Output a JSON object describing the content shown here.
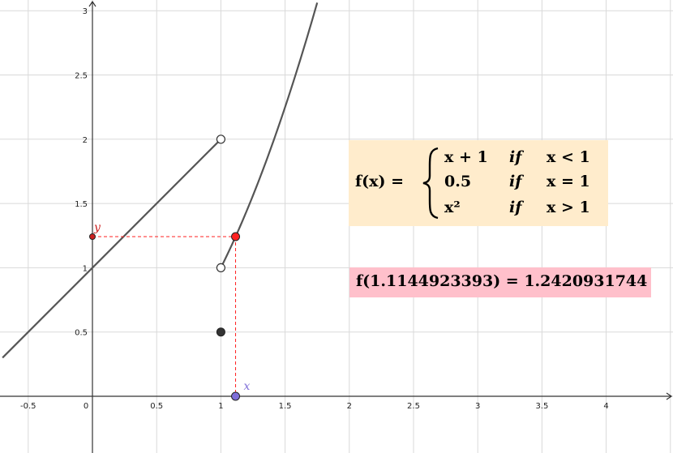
{
  "chart_data": {
    "type": "line",
    "title": "",
    "xlabel": "",
    "ylabel": "",
    "xlim": [
      -0.7,
      4.5
    ],
    "ylim": [
      -0.4,
      3.03
    ],
    "grid": true,
    "x_ticks": [
      "-0.5",
      "0",
      "0.5",
      "1",
      "1.5",
      "2",
      "2.5",
      "3",
      "3.5",
      "4"
    ],
    "x_tick_values": [
      -0.5,
      0,
      0.5,
      1,
      1.5,
      2,
      2.5,
      3,
      3.5,
      4
    ],
    "y_ticks": [
      "0.5",
      "1",
      "1.5",
      "2",
      "2.5",
      "3"
    ],
    "y_tick_values": [
      0.5,
      1,
      1.5,
      2,
      2.5,
      3
    ],
    "series": [
      {
        "piece": "x + 1",
        "domain": [
          -0.7,
          1
        ],
        "x": [
          -0.7,
          1
        ],
        "y": [
          0.3,
          2
        ]
      },
      {
        "piece": "x^2",
        "domain": [
          1,
          1.75
        ],
        "x": [
          1,
          1.25,
          1.5,
          1.75
        ],
        "y": [
          1,
          1.5625,
          2.25,
          3.0625
        ]
      }
    ],
    "points": [
      {
        "name": "open-end-linear",
        "x": 1,
        "y": 2,
        "style": "open"
      },
      {
        "name": "open-start-square",
        "x": 1,
        "y": 1,
        "style": "open"
      },
      {
        "name": "value-at-one",
        "x": 1,
        "y": 0.5,
        "style": "filled",
        "color": "#333333"
      },
      {
        "name": "current-point",
        "x": 1.1144923393,
        "y": 1.2420931744,
        "style": "filled",
        "color": "#ff2020"
      },
      {
        "name": "x-point",
        "x": 1.1144923393,
        "y": 0,
        "style": "filled",
        "color": "#7f6ed8",
        "label": "x"
      },
      {
        "name": "y-point",
        "x": 0,
        "y": 1.2420931744,
        "style": "filled",
        "color": "#cc2020",
        "label": "y"
      }
    ]
  },
  "colors": {
    "curve": "#555555",
    "grid": "#d9d9d9",
    "axis": "#333333",
    "guide": "#ff2020",
    "x_point": "#7f6ed8",
    "y_point": "#cc2020",
    "formula_bg": "#ffeccc",
    "value_bg": "#ffc0cb"
  },
  "formula": {
    "lhs": "f(x) =",
    "brace": "{",
    "cases": [
      {
        "expr": "x + 1",
        "cond_word": "if",
        "cond": "x < 1"
      },
      {
        "expr": "0.5",
        "cond_word": "if",
        "cond": "x = 1"
      },
      {
        "expr": "x²",
        "cond_word": "if",
        "cond": "x > 1"
      }
    ]
  },
  "evaluation": {
    "text": "f(1.1144923393) = 1.2420931744"
  }
}
